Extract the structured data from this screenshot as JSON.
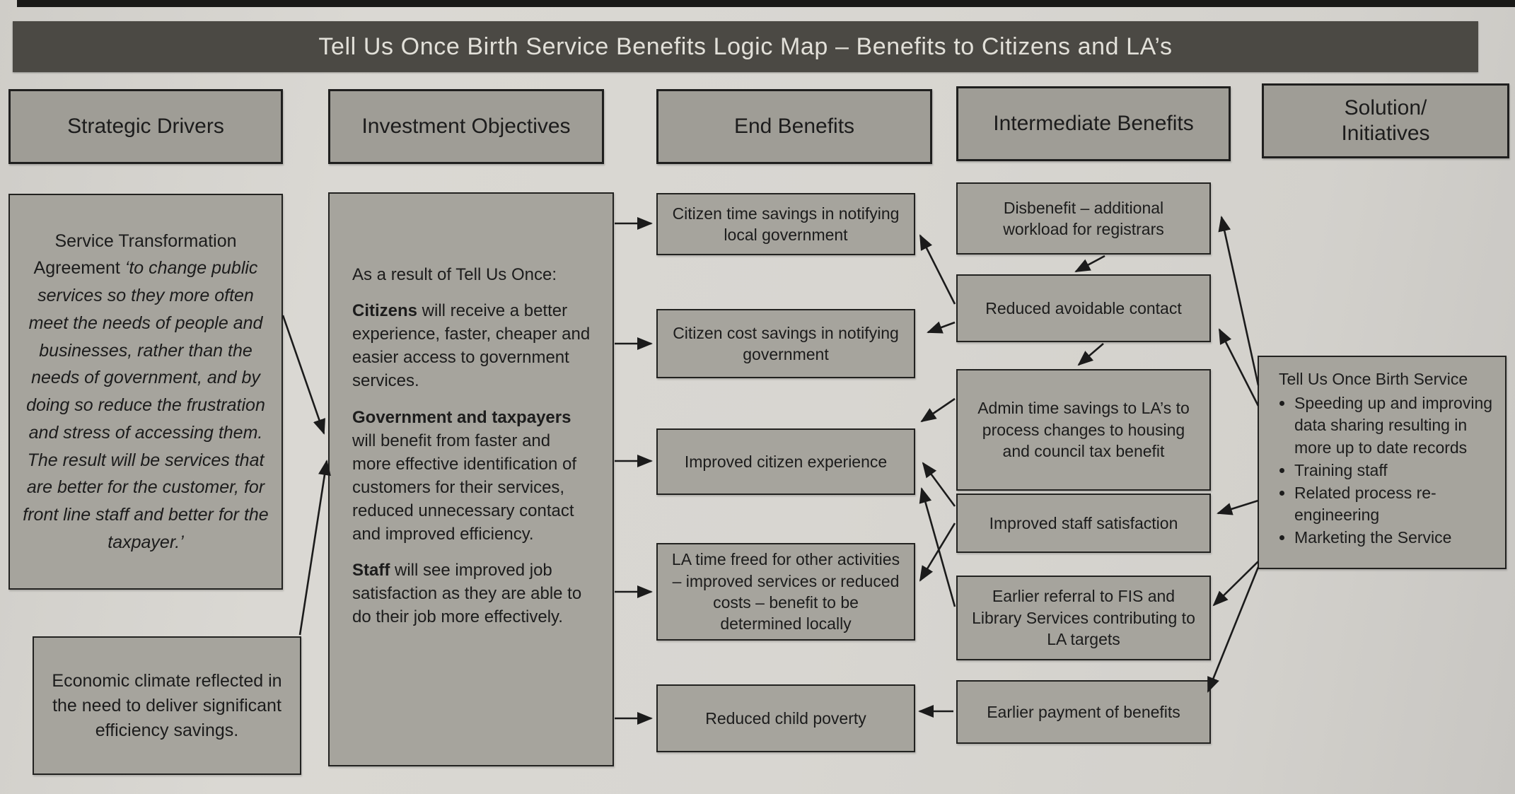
{
  "title": "Tell Us Once Birth Service Benefits Logic Map – Benefits to Citizens and LA’s",
  "headers": {
    "strategic": "Strategic Drivers",
    "investment": "Investment Objectives",
    "end": "End Benefits",
    "intermediate": "Intermediate Benefits",
    "solution": "Solution/\nInitiatives"
  },
  "strategic": {
    "box1_plain": "Service Transformation Agreement ",
    "box1_quote": "‘to change public services so they more often meet the needs of people and businesses, rather than the needs of government, and by doing so reduce the frustration and stress of accessing them. The result will be services that are better for the customer, for front line staff and better for the taxpayer.’",
    "box2": "Economic climate reflected in the need to deliver significant efficiency savings."
  },
  "investment": {
    "intro": "As a result of Tell Us Once:",
    "p1_bold": "Citizens",
    "p1_rest": " will receive a better experience, faster, cheaper and easier access to government services.",
    "p2_bold": "Government and taxpayers",
    "p2_rest": " will benefit from faster and more effective identification of customers for their services, reduced unnecessary contact and improved efficiency.",
    "p3_bold": "Staff",
    "p3_rest": " will see improved job satisfaction as they are able to do their job more effectively."
  },
  "end_benefits": [
    "Citizen time savings in notifying local government",
    "Citizen cost savings in notifying government",
    "Improved citizen experience",
    "LA time freed for other activities – improved services or reduced costs – benefit to be determined locally",
    "Reduced child poverty"
  ],
  "intermediate_benefits": [
    "Disbenefit – additional workload for registrars",
    "Reduced avoidable contact",
    "Admin time savings to LA’s to process changes to housing and council tax benefit",
    "Improved staff satisfaction",
    "Earlier referral to FIS and Library Services contributing to LA targets",
    "Earlier payment of benefits"
  ],
  "solution": {
    "title": "Tell Us Once Birth Service",
    "bullets": [
      "Speeding up and improving data sharing resulting in more up to date records",
      "Training staff",
      "Related process re-engineering",
      "Marketing the Service"
    ]
  },
  "colors": {
    "title_bar": "#4b4944",
    "header_fill": "#9f9d96",
    "box_fill": "#a6a49d",
    "paper": "#d7d5d0",
    "ink": "#1c1c1c"
  }
}
